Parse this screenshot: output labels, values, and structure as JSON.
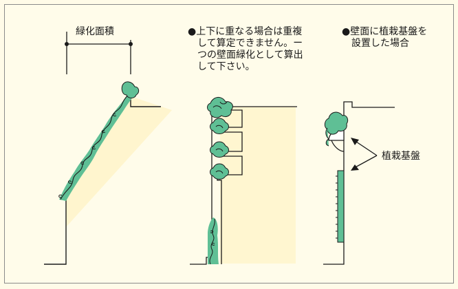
{
  "labels": {
    "greening_area": "緑化面積",
    "note_left": [
      "●上下に重なる場合は重複",
      "　して算定できません。ー",
      "　つの壁面緑化として算出",
      "　して下さい。"
    ],
    "note_right": [
      "●壁面に植栽基盤を",
      "　設置した場合"
    ],
    "planting_base": "植栽基盤"
  },
  "colors": {
    "background": "#fffbe8",
    "area_fill": "#fff6cf",
    "plant_fill": "#5fbf95",
    "line": "#1a1a1a"
  }
}
